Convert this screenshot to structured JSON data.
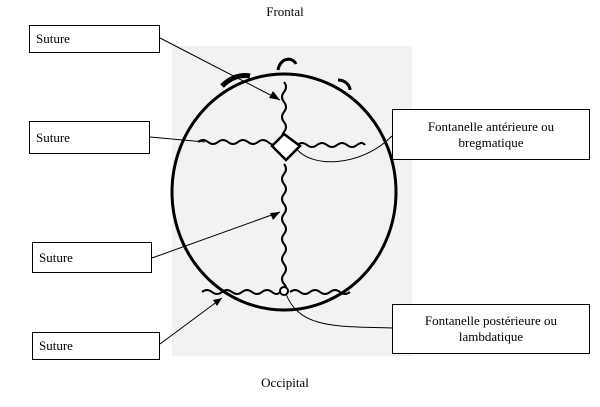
{
  "orientation": {
    "top": "Frontal",
    "bottom": "Occipital"
  },
  "suture_labels": [
    "Suture",
    "Suture",
    "Suture",
    "Suture"
  ],
  "fontanelles": {
    "anterior": "Fontanelle antérieure ou bregmatique",
    "posterior": "Fontanelle postérieure ou lambdatique"
  },
  "colors": {
    "line": "#000000",
    "photo_background": "#f2f2f2",
    "box_background": "#ffffff"
  }
}
